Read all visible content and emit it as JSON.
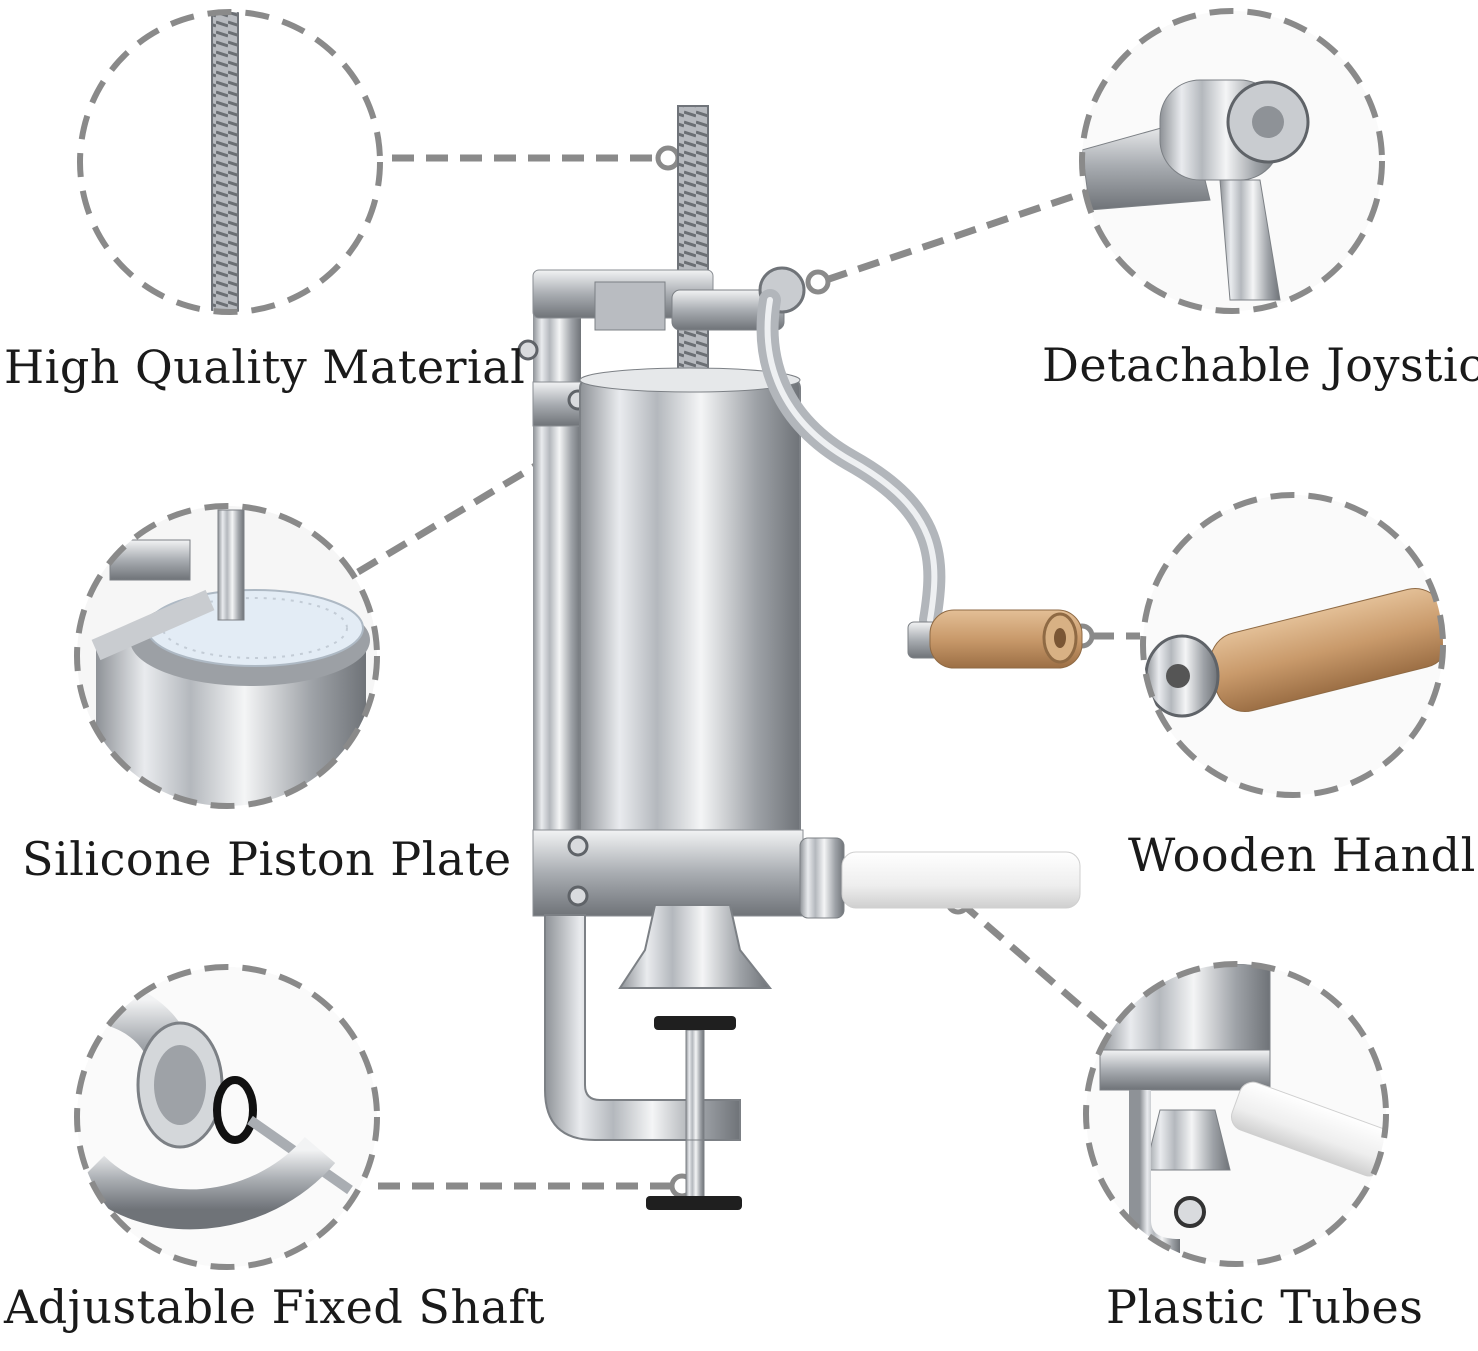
{
  "features": {
    "high_quality_material": "High Quality Material",
    "silicone_piston_plate": "Silicone Piston Plate",
    "adjustable_fixed_shaft": "Adjustable Fixed Shaft",
    "detachable_joystick": "Detachable Joystick",
    "wooden_handle": "Wooden Handle",
    "plastic_tubes": "Plastic Tubes"
  },
  "colors": {
    "steel": "#c9ccd0",
    "wood": "#c99a6b",
    "tube": "#f2f2f2",
    "dash": "#8a8a8a"
  },
  "icons": {
    "product": "sausage-stuffer-icon",
    "detail": "detail-zoom-circle"
  }
}
